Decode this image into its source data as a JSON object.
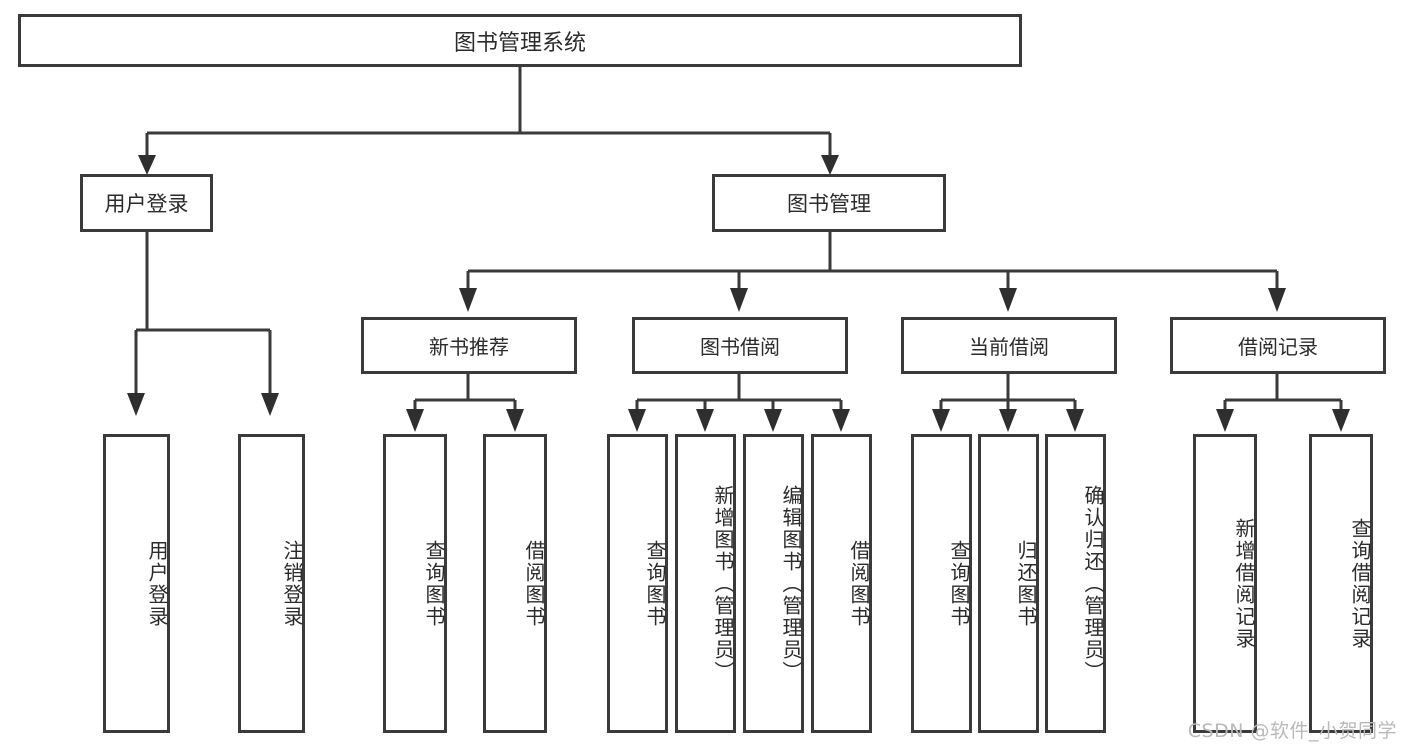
{
  "diagram": {
    "type": "tree",
    "title": "图书管理系统",
    "orientation": "top-down",
    "colors": {
      "background": "#ffffff",
      "border": "#3a3a3a",
      "connector": "#3a3a3a",
      "arrowhead": "#2f2f2f",
      "text": "#2b2b2b",
      "watermark": "#b9b9b9"
    }
  },
  "root": {
    "label": "图书管理系统"
  },
  "level2": [
    {
      "label": "用户登录"
    },
    {
      "label": "图书管理"
    }
  ],
  "level3": [
    {
      "label": "新书推荐"
    },
    {
      "label": "图书借阅"
    },
    {
      "label": "当前借阅"
    },
    {
      "label": "借阅记录"
    }
  ],
  "leaves": {
    "user_login": [
      {
        "label": "用户登录"
      },
      {
        "label": "注销登录"
      }
    ],
    "new_book_recommend": [
      {
        "label": "查询图书"
      },
      {
        "label": "借阅图书"
      }
    ],
    "book_borrow": [
      {
        "label": "查询图书"
      },
      {
        "label": "新增图书（管理员）"
      },
      {
        "label": "编辑图书（管理员）"
      },
      {
        "label": "借阅图书"
      }
    ],
    "current_borrow": [
      {
        "label": "查询图书"
      },
      {
        "label": "归还图书"
      },
      {
        "label": "确认归还（管理员）"
      }
    ],
    "borrow_record": [
      {
        "label": "新增借阅记录"
      },
      {
        "label": "查询借阅记录"
      }
    ]
  },
  "watermark": {
    "text": "CSDN @软件_小贺同学"
  }
}
